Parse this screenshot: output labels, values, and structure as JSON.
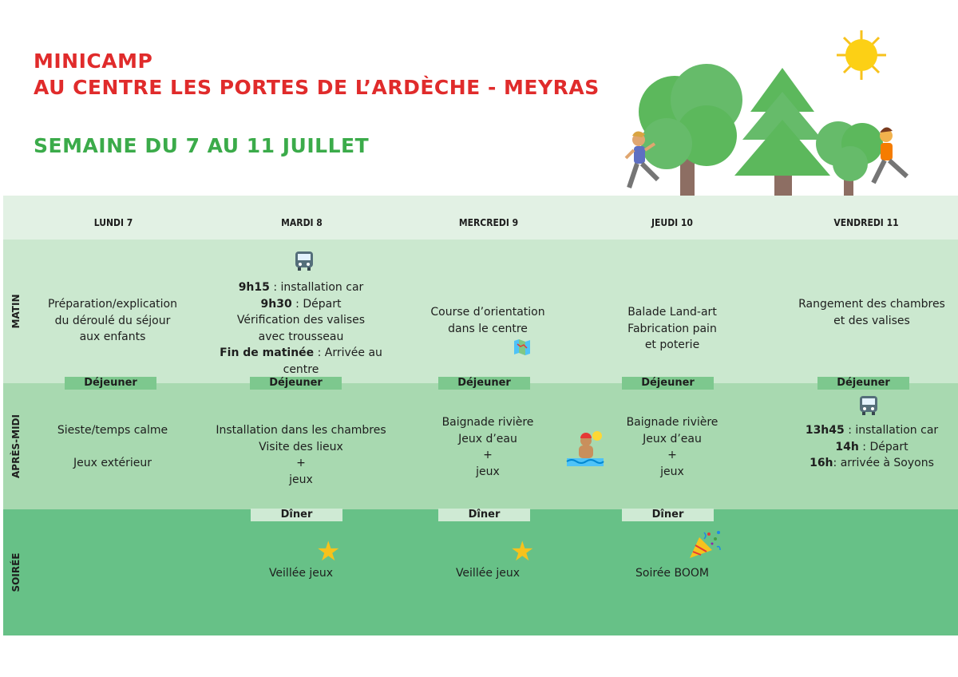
{
  "header": {
    "line1": "MINICAMP",
    "line2": "AU CENTRE LES PORTES DE L’ARDÈCHE - MEYRAS",
    "week": "SEMAINE DU 7 AU 11 JUILLET"
  },
  "days": [
    "LUNDI 7",
    "MARDI 8",
    "MERCREDI 9",
    "JEUDI 10",
    "VENDREDI 11"
  ],
  "rows": {
    "matin": "MATIN",
    "apm": "APRÈS-MIDI",
    "soir": "SOIRÉE"
  },
  "matin": {
    "lundi": [
      "Préparation/explication",
      "du déroulé du séjour",
      "aux enfants"
    ],
    "mardi": [
      {
        "b": "9h15",
        "t": " : installation car"
      },
      {
        "b": "9h30",
        "t": " : Départ"
      },
      {
        "b": "",
        "t": "Vérification des valises"
      },
      {
        "b": "",
        "t": "avec trousseau"
      },
      {
        "b": "Fin de matinée",
        "t": " : Arrivée au centre"
      }
    ],
    "mercredi": [
      "Course d’orientation",
      "dans le centre"
    ],
    "jeudi": [
      "Balade Land-art",
      "Fabrication pain",
      "et poterie"
    ],
    "vendredi": [
      "Rangement des chambres",
      "et des valises"
    ]
  },
  "meals": {
    "dejeuner": "Déjeuner",
    "diner": "Dîner"
  },
  "apm": {
    "lundi": [
      "Sieste/temps calme",
      "",
      "Jeux extérieur"
    ],
    "mardi": [
      "Installation dans les chambres",
      "Visite des lieux",
      "+",
      "jeux"
    ],
    "mercredi": [
      "Baignade rivière",
      "Jeux d’eau",
      "+",
      "jeux"
    ],
    "jeudi": [
      "Baignade rivière",
      "Jeux d’eau",
      "+",
      "jeux"
    ],
    "vendredi": [
      {
        "b": "13h45",
        "t": " : installation car"
      },
      {
        "b": "14h",
        "t": " : Départ"
      },
      {
        "b": "16h",
        "t": ": arrivée à Soyons"
      }
    ]
  },
  "soir": {
    "mardi": "Veillée jeux",
    "mercredi": "Veillée jeux",
    "jeudi": "Soirée BOOM"
  },
  "icons": [
    "sun-icon",
    "tree-icon",
    "fir-tree-icon",
    "runner-icon",
    "bus-icon",
    "map-icon",
    "water-polo-icon",
    "star-icon",
    "party-popper-icon"
  ],
  "colors": {
    "title": "#e02b2b",
    "week": "#3bab4a",
    "matin": "#cbe8cf",
    "apm": "#a8d9b0",
    "soir": "#67c187"
  }
}
